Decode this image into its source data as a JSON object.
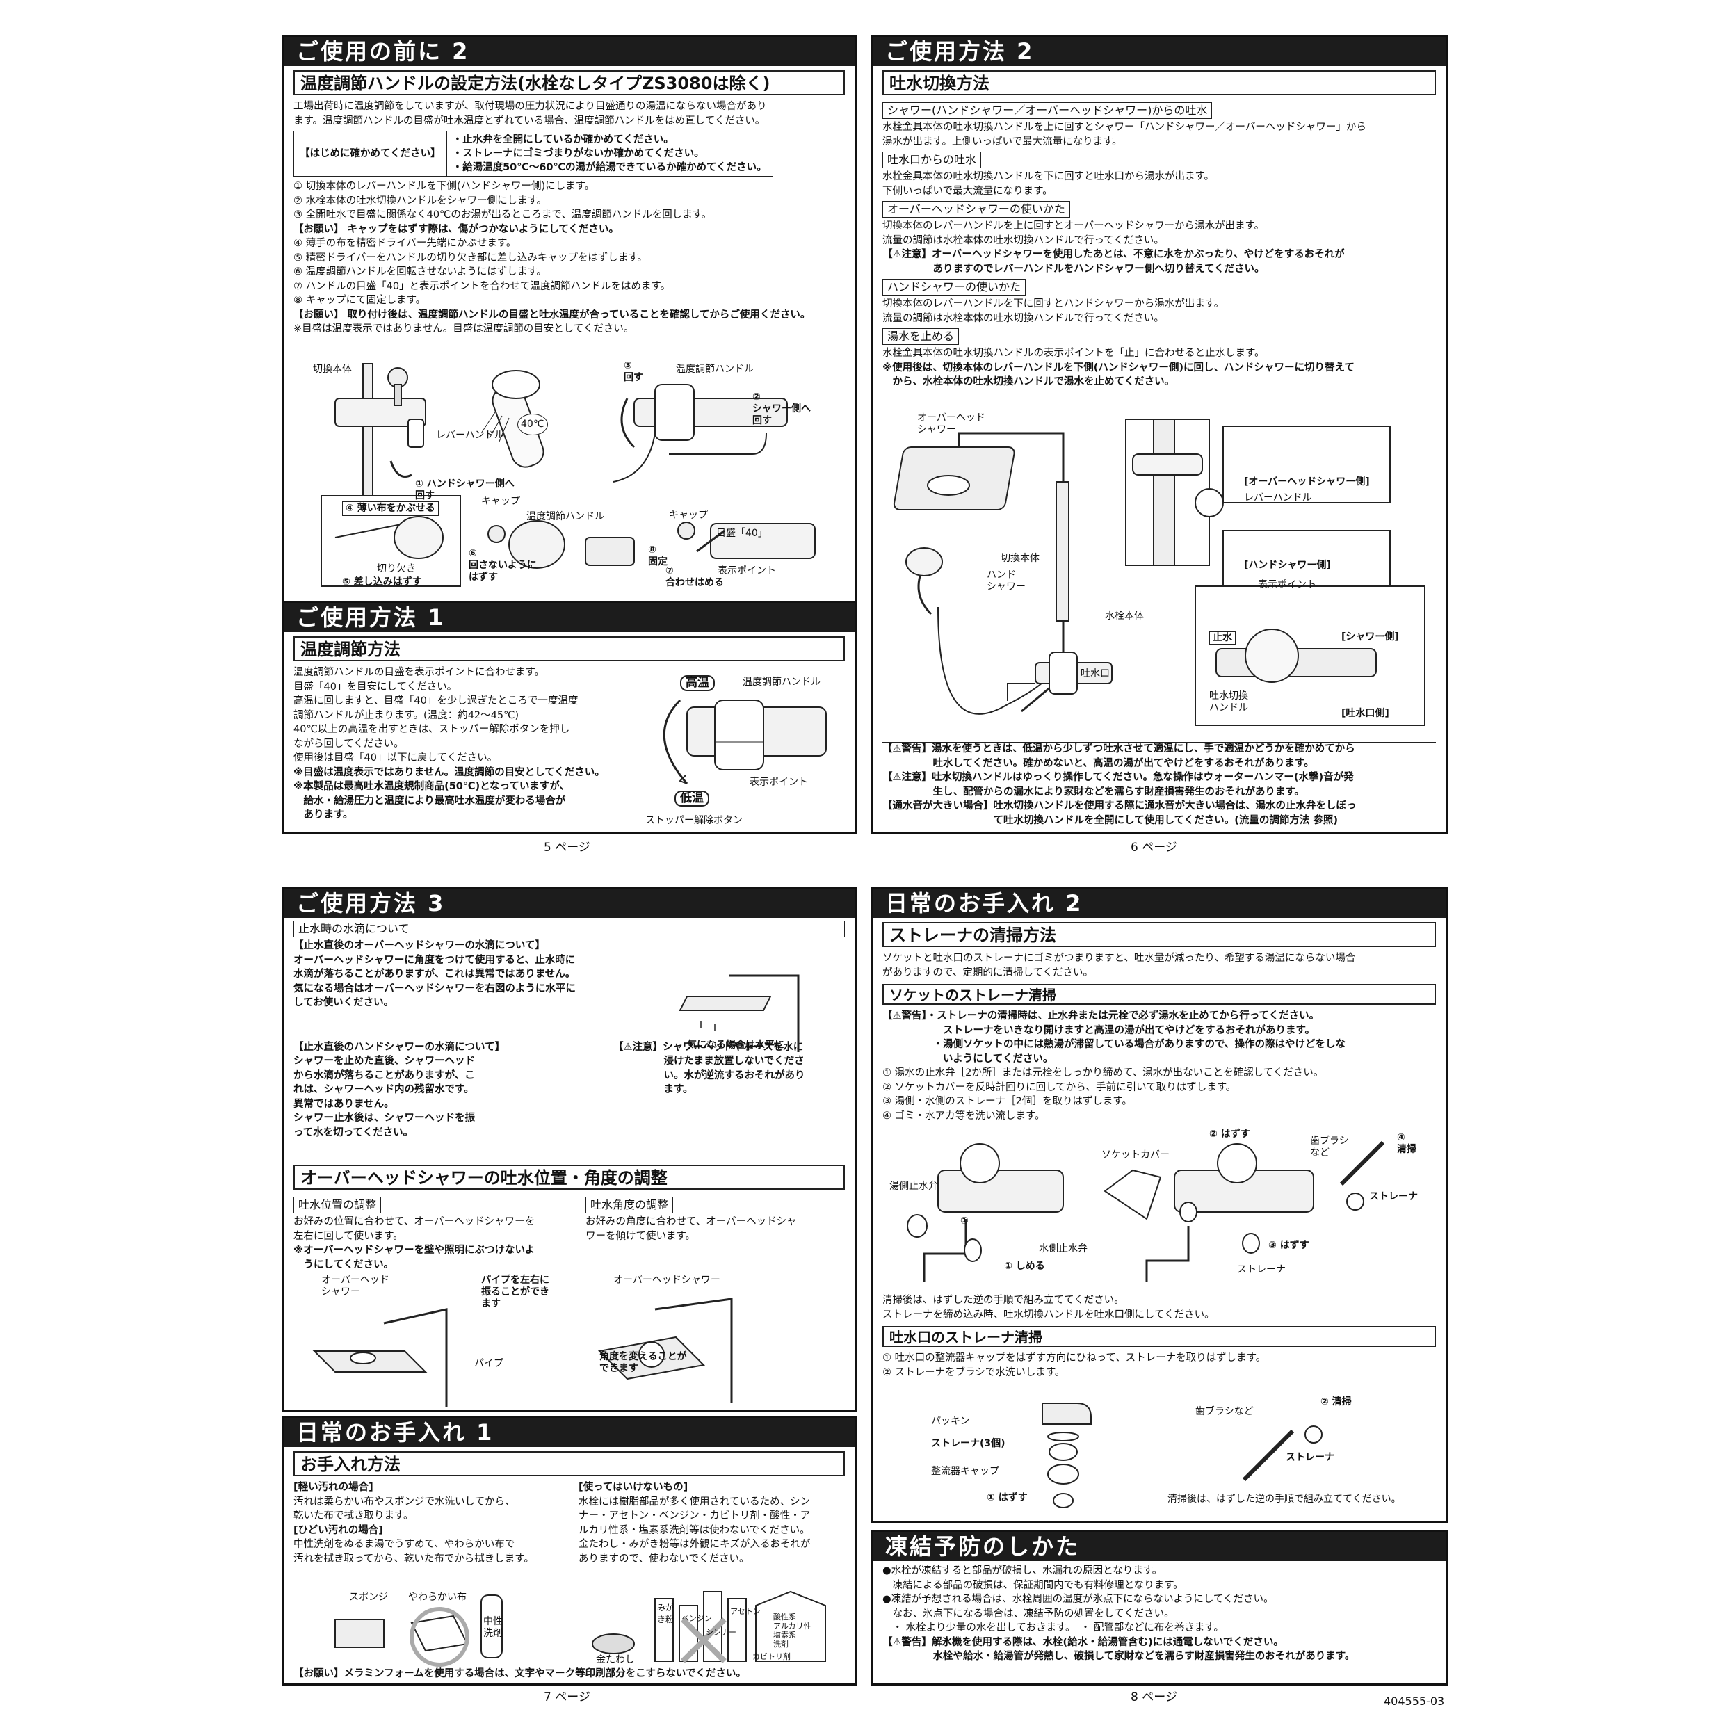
{
  "pages": {
    "p5": "5 ページ",
    "p6": "6 ページ",
    "p7": "7 ページ",
    "p8": "8 ページ",
    "doc_no": "404555-03"
  },
  "s_before2": {
    "title": "ご使用の前に 2",
    "heading": "温度調節ハンドルの設定方法(水栓なしタイプZS3080は除く)",
    "intro": "工場出荷時に温度調節をしていますが、取付現場の圧力状況により目盛通りの湯温にならない場合があり\nます。温度調節ハンドルの目盛が吐水温度とずれている場合、温度調節ハンドルをはめ直してください。",
    "check_label": "【はじめに確かめてください】",
    "check_items": [
      "・止水弁を全開にしているか確かめてください。",
      "・ストレーナにゴミづまりがないか確かめてください。",
      "・給湯温度50℃〜60℃の湯が給湯できているか確かめてください。"
    ],
    "steps": "① 切換本体のレバーハンドルを下側(ハンドシャワー側)にします。\n② 水栓本体の吐水切換ハンドルをシャワー側にします。\n③ 全開吐水で目盛に関係なく40℃のお湯が出るところまで、温度調節ハンドルを回します。",
    "notice1": "【お願い】 キャップをはずす際は、傷がつかないようにしてください。",
    "steps2": "④ 薄手の布を精密ドライバー先端にかぶせます。\n⑤ 精密ドライバーをハンドルの切り欠き部に差し込みキャップをはずします。\n⑥ 温度調節ハンドルを回転させないようにはずします。\n⑦ ハンドルの目盛「40」と表示ポイントを合わせて温度調節ハンドルをはめます。\n⑧ キャップにて固定します。",
    "notice2": "【お願い】 取り付け後は、温度調節ハンドルの目盛と吐水温度が合っていることを確認してからご使用ください。",
    "note": "※目盛は温度表示ではありません。目盛は温度調節の目安としてください。",
    "fig": {
      "kirikae": "切換本体",
      "lever": "レバーハンドル",
      "s1": "① ハンドシャワー側へ\n回す",
      "c40": "40℃",
      "s3": "③\n回す",
      "ondo": "温度調節ハンドル",
      "s2": "②\nシャワー側へ\n回す",
      "s4": "④ 薄い布をかぶせる",
      "cap1": "キャップ",
      "ondo2": "温度調節ハンドル",
      "cap2": "キャップ",
      "mem40": "目盛「40」",
      "kirikaki": "切り欠き",
      "s5": "⑤ 差し込みはずす",
      "s6": "⑥\n回さないように\nはずす",
      "s8": "⑧\n固定",
      "s7": "⑦\n合わせはめる",
      "hyoji": "表示ポイント"
    }
  },
  "s_use1": {
    "title": "ご使用方法 1",
    "heading": "温度調節方法",
    "body": "温度調節ハンドルの目盛を表示ポイントに合わせます。\n目盛「40」を目安にしてください。\n高温に回しますと、目盛「40」を少し過ぎたところで一度温度\n調節ハンドルが止まります。(温度：約42〜45℃)\n40℃以上の高温を出すときは、ストッパー解除ボタンを押し\nながら回してください。\n使用後は目盛「40」以下に戻してください。",
    "note1": "※目盛は温度表示ではありません。温度調節の目安としてください。",
    "note2": "※本製品は最高吐水温度規制商品(50℃)となっていますが、\n　給水・給湯圧力と温度により最高吐水温度が変わる場合が\n　あります。",
    "fig": {
      "hot": "高温",
      "cold": "低温",
      "ondo": "温度調節ハンドル",
      "hyoji": "表示ポイント",
      "stopper": "ストッパー解除ボタン"
    }
  },
  "s_use2": {
    "title": "ご使用方法 2",
    "heading": "吐水切換方法",
    "sub1": "シャワー(ハンドシャワー／オーバーヘッドシャワー)からの吐水",
    "t1": "水栓金具本体の吐水切換ハンドルを上に回すとシャワー「ハンドシャワー／オーバーヘッドシャワー」から\n湯水が出ます。上側いっぱいで最大流量になります。",
    "sub2": "吐水口からの吐水",
    "t2": "水栓金具本体の吐水切換ハンドルを下に回すと吐水口から湯水が出ます。\n下側いっぱいで最大流量になります。",
    "sub3": "オーバーヘッドシャワーの使いかた",
    "t3": "切換本体のレバーハンドルを上に回すとオーバーヘッドシャワーから湯水が出ます。\n流量の調節は水栓本体の吐水切換ハンドルで行ってください。",
    "w3": "【⚠注意】オーバーヘッドシャワーを使用したあとは、不意に水をかぶったり、やけどをするおそれが\n　　　　　ありますのでレバーハンドルをハンドシャワー側へ切り替えてください。",
    "sub4": "ハンドシャワーの使いかた",
    "t4": "切換本体のレバーハンドルを下に回すとハンドシャワーから湯水が出ます。\n流量の調節は水栓本体の吐水切換ハンドルで行ってください。",
    "sub5": "湯水を止める",
    "t5": "水栓金具本体の吐水切換ハンドルの表示ポイントを「止」に合わせると止水します。",
    "w5": "※使用後は、切換本体のレバーハンドルを下側(ハンドシャワー側)に回し、ハンドシャワーに切り替えて\n　から、水栓本体の吐水切換ハンドルで湯水を止めてください。",
    "fig": {
      "ohs": "オーバーヘッド\nシャワー",
      "ohs_side": "[オーバーヘッドシャワー側]",
      "lever": "レバーハンドル",
      "hs_side": "[ハンドシャワー側]",
      "kirikae": "切換本体",
      "hand": "ハンド\nシャワー",
      "suisen": "水栓本体",
      "hyoji": "表示ポイント",
      "tomeru": "止水",
      "shower_side": "[シャワー側]",
      "tosui": "吐水口",
      "kirikae_h": "吐水切換\nハンドル",
      "tosui_side": "[吐水口側]"
    },
    "warn": "【⚠警告】湯水を使うときは、低温から少しずつ吐水させて適温にし、手で適温かどうかを確かめてから\n　　　　　吐水してください。確かめないと、高温の湯が出てやけどをするおそれがあります。\n【⚠注意】吐水切換ハンドルはゆっくり操作してください。急な操作はウォーターハンマー(水撃)音が発\n　　　　　生し、配管からの漏水により家財などを濡らす財産損害発生のおそれがあります。\n【通水音が大きい場合】吐水切換ハンドルを使用する際に通水音が大きい場合は、湯水の止水弁をしぼっ\n　　　　　　　　　　　て吐水切換ハンドルを全開にして使用してください。(流量の調節方法 参照)"
  },
  "s_use3": {
    "title": "ご使用方法 3",
    "sub_drip": "止水時の水滴について",
    "drip1": "【止水直後のオーバーヘッドシャワーの水滴について】\nオーバーヘッドシャワーに角度をつけて使用すると、止水時に\n水滴が落ちることがありますが、これは異常ではありません。\n気になる場合はオーバーヘッドシャワーを右図のように水平に\nしてお使いください。",
    "fig_flat": "気になる場合は水平に",
    "drip2": "【止水直後のハンドシャワーの水滴について】\nシャワーを止めた直後、シャワーヘッド\nから水滴が落ちることがありますが、こ\nれは、シャワーヘッド内の残留水です。\n異常ではありません。\nシャワー止水後は、シャワーヘッドを振\nって水を切ってください。",
    "caution": "【⚠注意】シャワーヘッドやホースを水に\n　　　　　浸けたまま放置しないでくださ\n　　　　　い。水が逆流するおそれがあり\n　　　　　ます。",
    "heading2": "オーバーヘッドシャワーの吐水位置・角度の調整",
    "sub_pos": "吐水位置の調整",
    "pos": "お好みの位置に合わせて、オーバーヘッドシャワーを\n左右に回して使います。",
    "pos_note": "※オーバーヘッドシャワーを壁や照明にぶつけないよ\n　うにしてください。",
    "sub_ang": "吐水角度の調整",
    "ang": "お好みの角度に合わせて、オーバーヘッドシャ\nワーを傾けて使います。",
    "fig": {
      "ohs": "オーバーヘッド\nシャワー",
      "pipe_move": "パイプを左右に\n振ることができ\nます",
      "pipe": "パイプ",
      "ohs2": "オーバーヘッドシャワー",
      "angle": "角度を変えることが\nできます"
    }
  },
  "s_care1": {
    "title": "日常のお手入れ 1",
    "heading": "お手入れ方法",
    "light_h": "[軽い汚れの場合]",
    "light": "汚れは柔らかい布やスポンジで水洗いしてから、\n乾いた布で拭き取ります。",
    "heavy_h": "[ひどい汚れの場合]",
    "heavy": "中性洗剤をぬるま湯でうすめて、やわらかい布で\n汚れを拭き取ってから、乾いた布でから拭きします。",
    "ng_h": "[使ってはいけないもの]",
    "ng": "水栓には樹脂部品が多く使用されているため、シン\nナー・アセトン・ベンジン・カビトリ剤・酸性・ア\nルカリ性系・塩素系洗剤等は使わないでください。\n金たわし・みがき粉等は外観にキズが入るおそれが\nありますので、使わないでください。",
    "fig": {
      "sponge": "スポンジ",
      "cloth": "やわらかい布",
      "neutral": "中性\n洗剤",
      "kanetawashi": "金たわし",
      "migaki": "みが\nき粉",
      "benzine": "ベンジン",
      "thinner": "シンナー",
      "aceton": "アセトン",
      "kabitori": "カビトリ剤",
      "acid": "酸性系\nアルカリ性\n塩素系\n洗剤"
    },
    "notice": "【お願い】メラミンフォームを使用する場合は、文字やマーク等印刷部分をこすらないでください。"
  },
  "s_care2": {
    "title": "日常のお手入れ 2",
    "heading": "ストレーナの清掃方法",
    "intro": "ソケットと吐水口のストレーナにゴミがつまりますと、吐水量が減ったり、希望する湯温にならない場合\nがありますので、定期的に清掃してください。",
    "sub1": "ソケットのストレーナ清掃",
    "warn1": "【⚠警告】・ストレーナの清掃時は、止水弁または元栓で必ず湯水を止めてから行ってください。\n　　　　　　ストレーナをいきなり開けますと高温の湯が出てやけどをするおそれがあります。\n　　　　　・湯側ソケットの中には熱湯が滞留している場合がありますので、操作の際はやけどをしな\n　　　　　　いようにしてください。",
    "steps1": "① 湯水の止水弁［2か所］または元栓をしっかり締めて、湯水が出ないことを確認してください。\n② ソケットカバーを反時計回りに回してから、手前に引いて取りはずします。\n③ 湯側・水側のストレーナ［2個］を取りはずします。\n④ ゴミ・水アカ等を洗い流します。",
    "fig1": {
      "hazusu2": "② はずす",
      "socket": "ソケットカバー",
      "brush": "歯ブラシ\nなど",
      "seisou4": "④\n清掃",
      "yu": "湯側止水弁",
      "strainer": "ストレーナ",
      "n1": "①",
      "mizu": "水側止水弁",
      "hazusu3": "③ はずす",
      "shimeru": "① しめる",
      "strainer2": "ストレーナ"
    },
    "after1": "清掃後は、はずした逆の手順で組み立ててください。\nストレーナを締め込み時、吐水切換ハンドルを吐水口側にしてください。",
    "sub2": "吐水口のストレーナ清掃",
    "steps2": "① 吐水口の整流器キャップをはずす方向にひねって、ストレーナを取りはずします。\n② ストレーナをブラシで水洗いします。",
    "fig2": {
      "seisou": "② 清掃",
      "brush": "歯ブラシなど",
      "packing": "パッキン",
      "strainer3": "ストレーナ(3個)",
      "strainer": "ストレーナ",
      "cap": "整流器キャップ",
      "hazusu": "① はずす",
      "after": "清掃後は、はずした逆の手順で組み立ててください。"
    }
  },
  "s_freeze": {
    "title": "凍結予防のしかた",
    "body": "●水栓が凍結すると部品が破損し、水漏れの原因となります。\n　凍結による部品の破損は、保証期間内でも有料修理となります。\n●凍結が予想される場合は、水栓周囲の温度が氷点下にならないようにしてください。\n　なお、氷点下になる場合は、凍結予防の処置をしてください。\n　・ 水栓より少量の水を出しておきます。　・ 配管部などに布を巻きます。",
    "warn": "【⚠警告】解氷機を使用する際は、水栓(給水・給湯管含む)には通電しないでください。\n　　　　　水栓や給水・給湯管が発熱し、破損して家財などを濡らす財産損害発生のおそれがあります。"
  }
}
